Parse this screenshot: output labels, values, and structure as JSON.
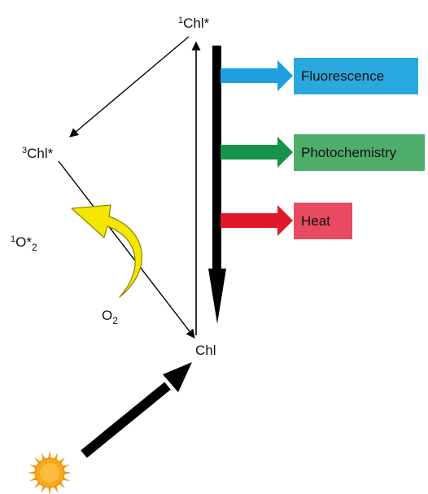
{
  "diagram": {
    "states": {
      "singlet_excited": {
        "superscript": "1",
        "text": "Chl*"
      },
      "triplet_excited": {
        "superscript": "3",
        "text": "Chl*"
      },
      "ground": {
        "text": "Chl"
      },
      "singlet_oxygen": {
        "superscript": "1",
        "text": "O*",
        "subscript": "2"
      },
      "oxygen": {
        "text": "O",
        "subscript": "2"
      }
    },
    "pathways": [
      {
        "label": "Fluorescence",
        "box_color": "#29a8df",
        "arrow_color": "#1e9fe0"
      },
      {
        "label": "Photochemistry",
        "box_color": "#4fad6b",
        "arrow_color": "#17924a"
      },
      {
        "label": "Heat",
        "box_color": "#e84a61",
        "arrow_color": "#e0182b"
      }
    ],
    "colors": {
      "arrow": "#000000",
      "oxygen_arrow": "#f5e600",
      "oxygen_arrow_outline": "#8a8400",
      "sun_core": "#f7a81b",
      "sun_rays": "#f39a12"
    },
    "icons": {
      "light_source": "sun-icon"
    }
  }
}
